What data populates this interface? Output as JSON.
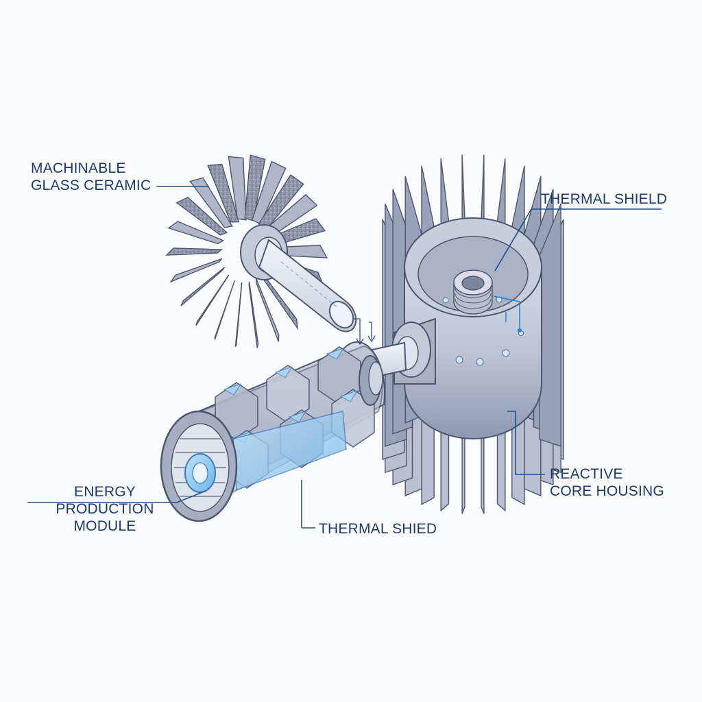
{
  "labels": {
    "machinable_glass_ceramic": "MACHINABLE\nGLASS CERAMIC",
    "thermal_shield_top": "THERMAL SHIELD",
    "reactive_core_housing": "REACTIVE\nCORE HOUSING",
    "energy_production_module": "ENERGY PRODUCTION\nMODULE",
    "thermal_shield_bottom": "THERMAL SHIED"
  },
  "colors": {
    "background": "#fbfcfd",
    "label_text": "#1b3a6b",
    "leader_line": "#1f4f8f",
    "metal_light": "#c9cfdc",
    "metal_mid": "#a3adc2",
    "metal_dark": "#6f7b95",
    "outline": "#4a5570",
    "accent_blue": "#8fc7ef"
  }
}
